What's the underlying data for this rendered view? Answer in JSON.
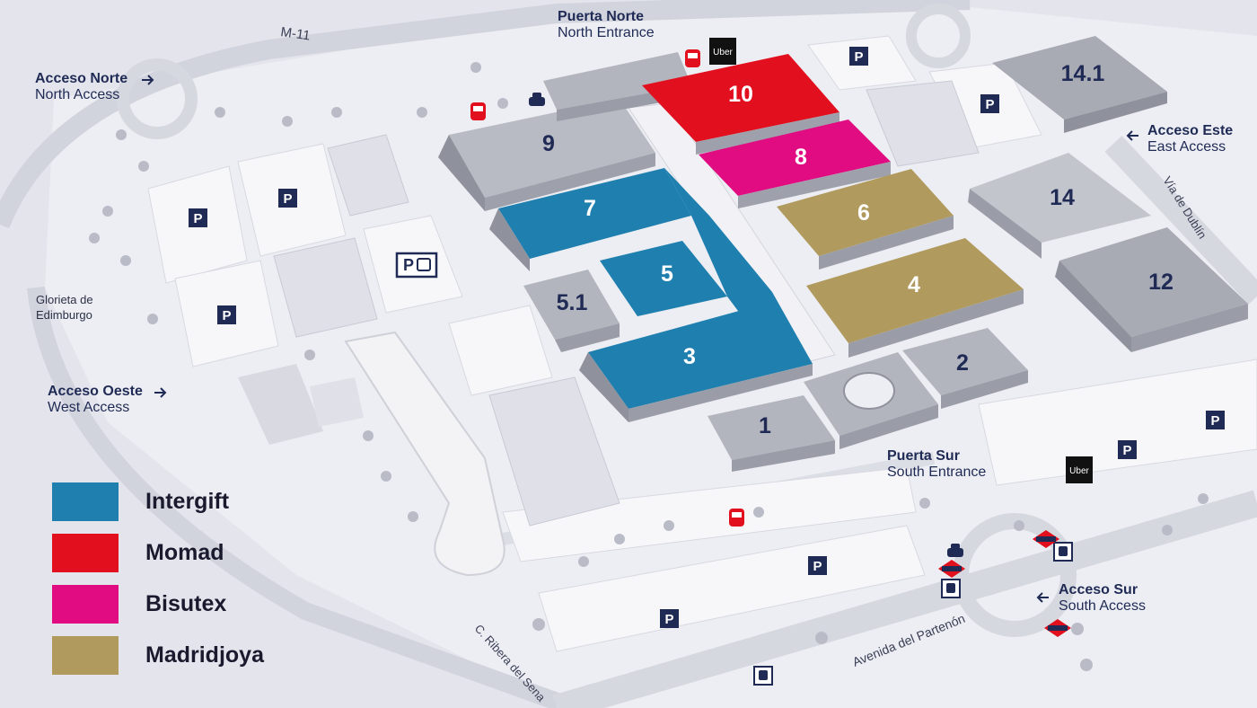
{
  "colors": {
    "intergift": "#1f7faf",
    "momad": "#e2101f",
    "bisutex": "#e10b82",
    "madridjoya": "#b19a5e",
    "generic_hall": "#a8aab4",
    "navy": "#1f2a55"
  },
  "access_labels": {
    "puerta_norte": {
      "title": "Puerta Norte",
      "sub": "North Entrance"
    },
    "acceso_norte": {
      "title": "Acceso Norte",
      "sub": "North Access"
    },
    "acceso_este": {
      "title": "Acceso Este",
      "sub": "East Access"
    },
    "acceso_oeste": {
      "title": "Acceso Oeste",
      "sub": "West Access"
    },
    "puerta_sur": {
      "title": "Puerta Sur",
      "sub": "South Entrance"
    },
    "acceso_sur": {
      "title": "Acceso Sur",
      "sub": "South Access"
    }
  },
  "road_labels": {
    "m11": "M-11",
    "via_dublin": "Vía de Dublín",
    "avenida_partenon": "Avenida del Partenón",
    "ribera_sena": "C. Ribera del Sena",
    "glorieta_1": "Glorieta de",
    "glorieta_2": "Edimburgo"
  },
  "halls": {
    "h10": "10",
    "h9": "9",
    "h8": "8",
    "h7": "7",
    "h6": "6",
    "h5": "5",
    "h51": "5.1",
    "h4": "4",
    "h3": "3",
    "h2": "2",
    "h1": "1",
    "h14": "14",
    "h141": "14.1",
    "h12": "12"
  },
  "legend": [
    {
      "label": "Intergift",
      "color": "#1f7faf"
    },
    {
      "label": "Momad",
      "color": "#e2101f"
    },
    {
      "label": "Bisutex",
      "color": "#e10b82"
    },
    {
      "label": "Madridjoya",
      "color": "#b19a5e"
    }
  ],
  "icons": {
    "parking": "P",
    "parking_bus": "P",
    "uber": "Uber",
    "metro": "Metro"
  }
}
